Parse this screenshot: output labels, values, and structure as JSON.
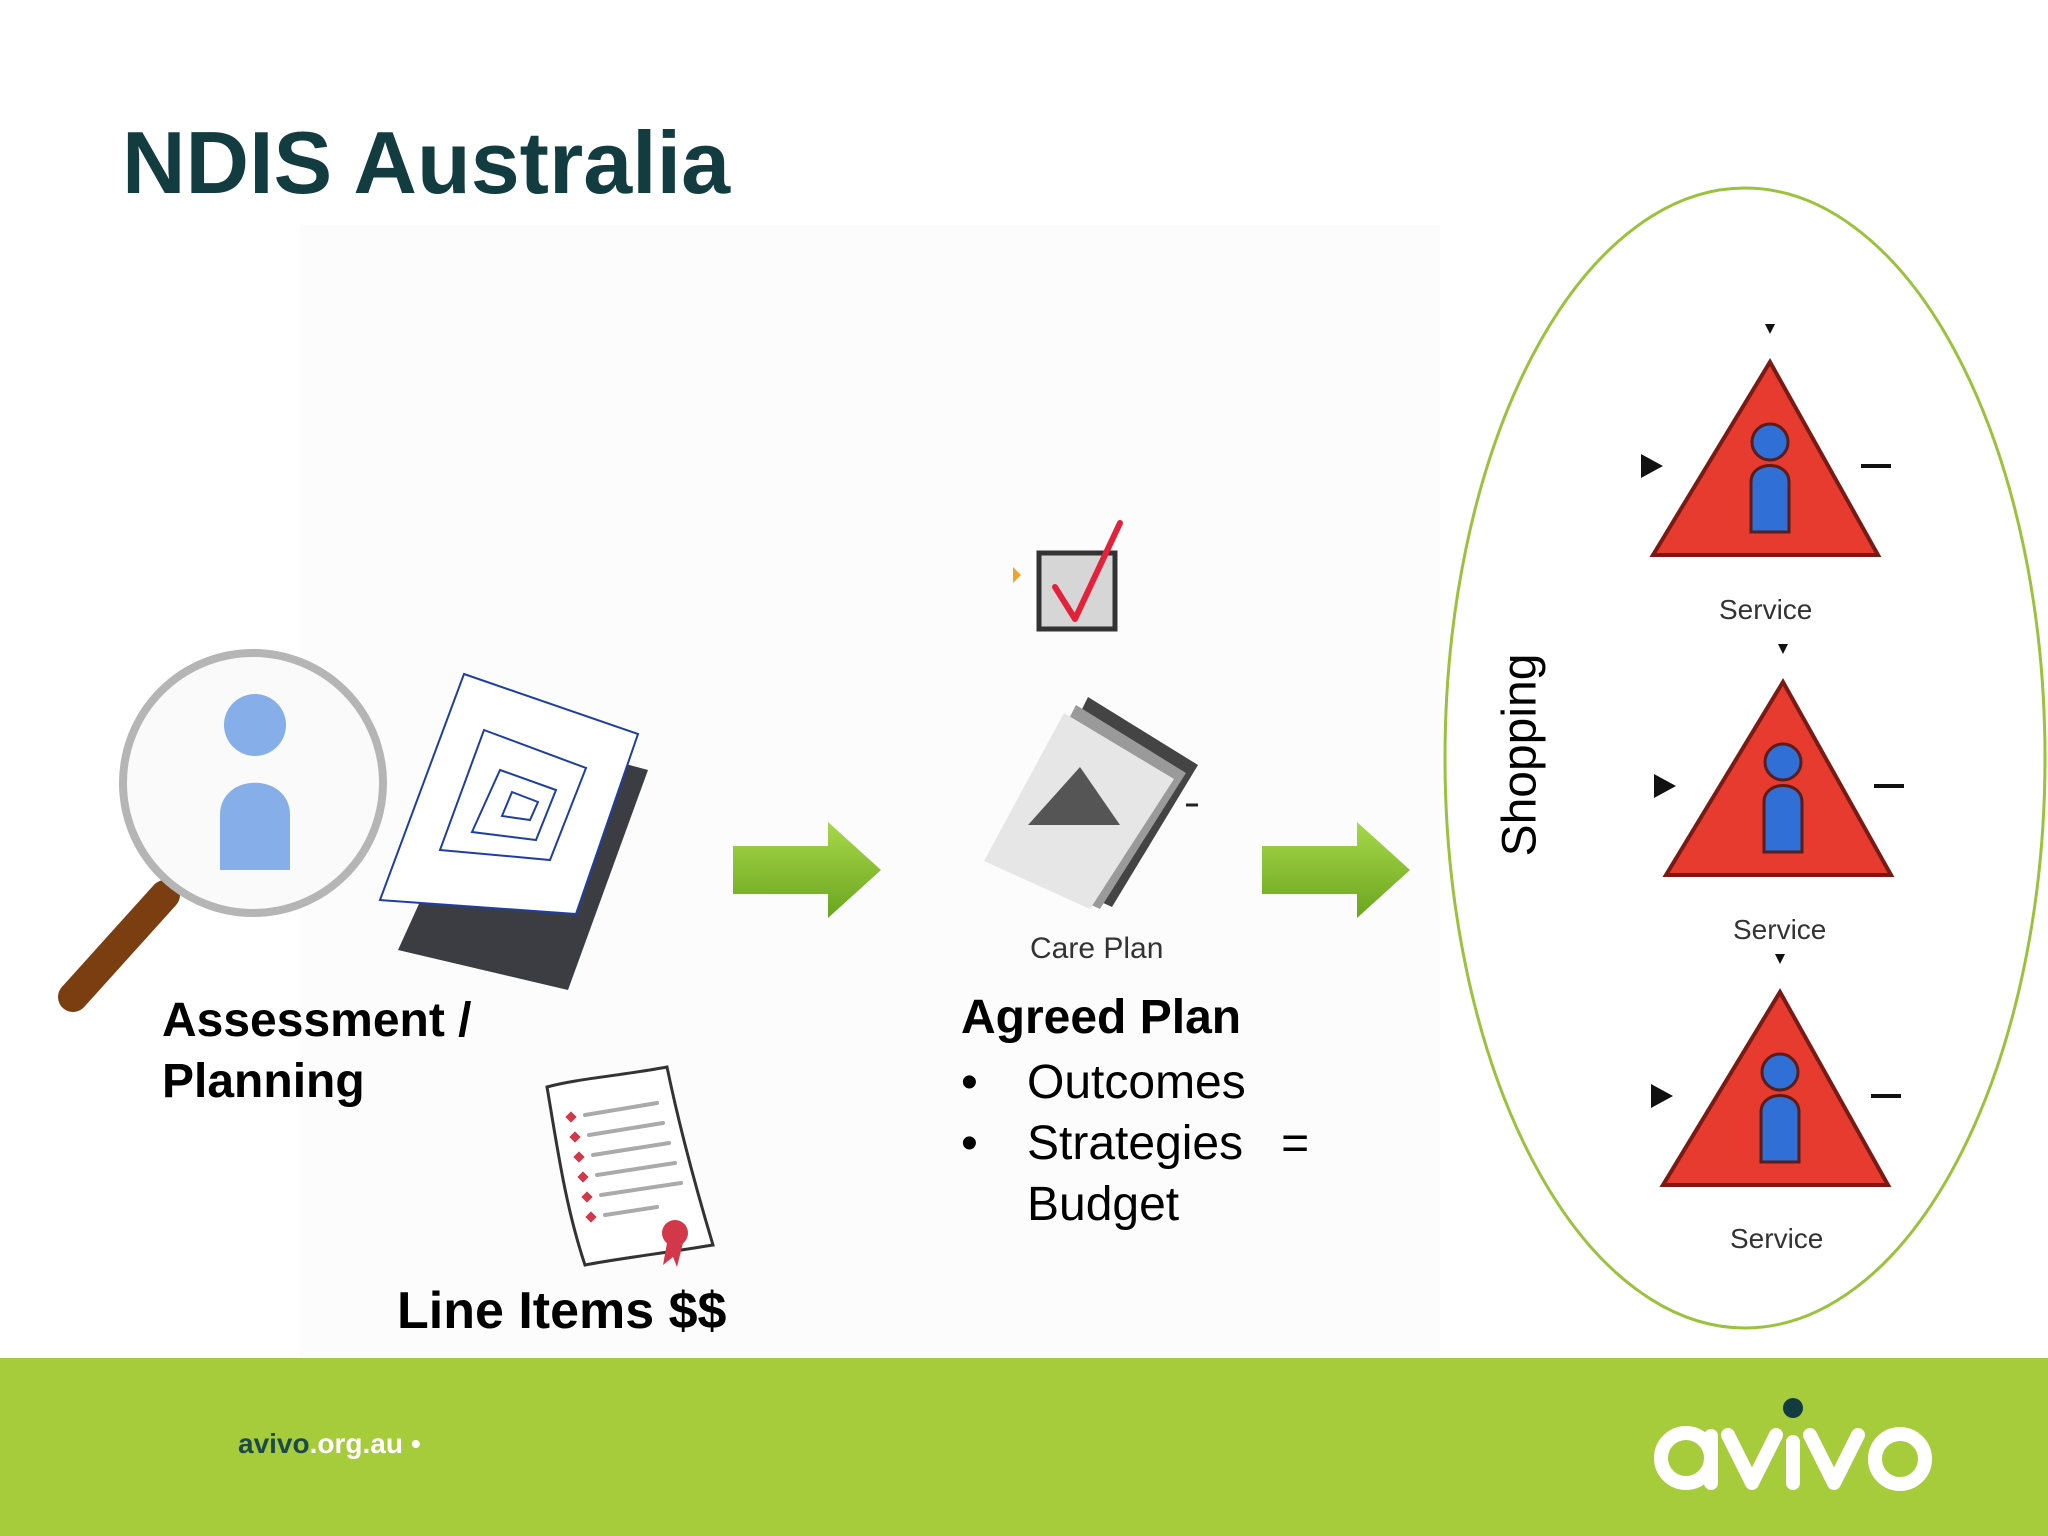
{
  "slide": {
    "title": "NDIS Australia"
  },
  "assessment": {
    "line1": "Assessment /",
    "line2": "Planning"
  },
  "line_items": {
    "label": "Line Items $$"
  },
  "care_plan": {
    "label": "Care Plan"
  },
  "agreed_plan": {
    "title": "Agreed Plan",
    "bullet_char": "•",
    "items": [
      "Outcomes",
      "Strategies"
    ],
    "equals": "=",
    "result": "Budget"
  },
  "shopping": {
    "label": "Shopping",
    "services": [
      "Service",
      "Service",
      "Service"
    ]
  },
  "footer": {
    "url_part1": "avivo",
    "url_part2": ".org.au",
    "url_sep": "•",
    "logo_text": "avivo"
  },
  "colors": {
    "title": "#123c3f",
    "footer_green": "#a6cc3c",
    "arrow_green": "#8cc63f",
    "ellipse_outline": "#9bc23c",
    "service_red": "#e63b2e",
    "person_blue": "#2f6fd6"
  },
  "icons": [
    "magnifier-person-icon",
    "documents-icon",
    "certificate-icon",
    "checkbox-icon",
    "care-plan-icon",
    "arrow-right-icon",
    "service-triangle-icon"
  ]
}
